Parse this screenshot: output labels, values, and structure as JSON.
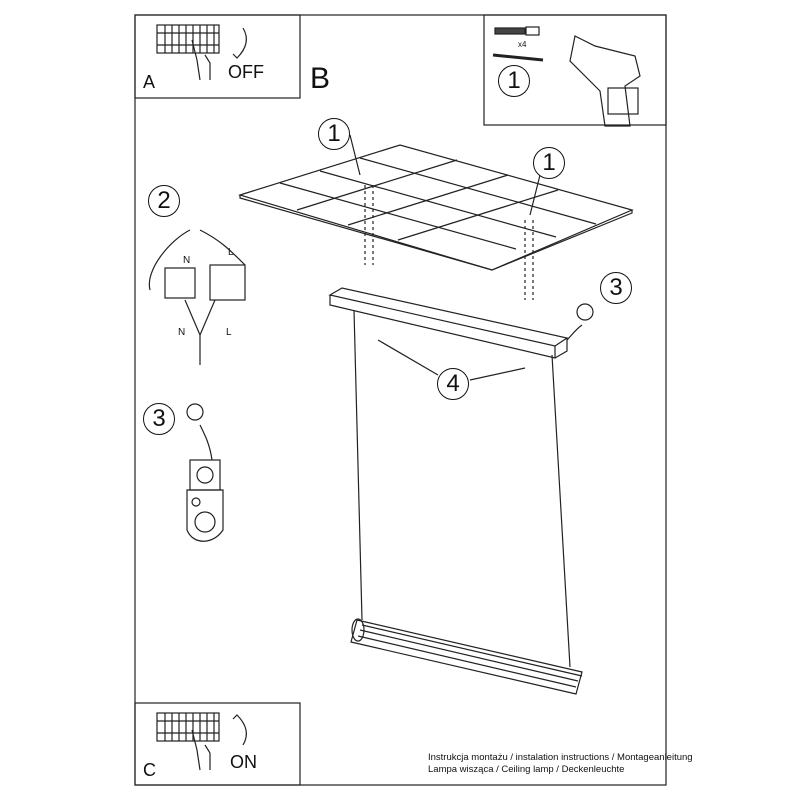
{
  "steps": {
    "a": "A",
    "b": "B",
    "c": "C"
  },
  "switch": {
    "off": "OFF",
    "on": "ON"
  },
  "tools": {
    "quantity": "x4"
  },
  "callouts": {
    "one": "1",
    "two": "2",
    "three": "3",
    "four": "4"
  },
  "wiring": {
    "neutral": "N",
    "live": "L"
  },
  "footer": {
    "line1": "Instrukcja montażu / instalation instructions / Montageanleitung",
    "line2": "Lampa wisząca / Ceiling lamp / Deckenleuchte"
  }
}
